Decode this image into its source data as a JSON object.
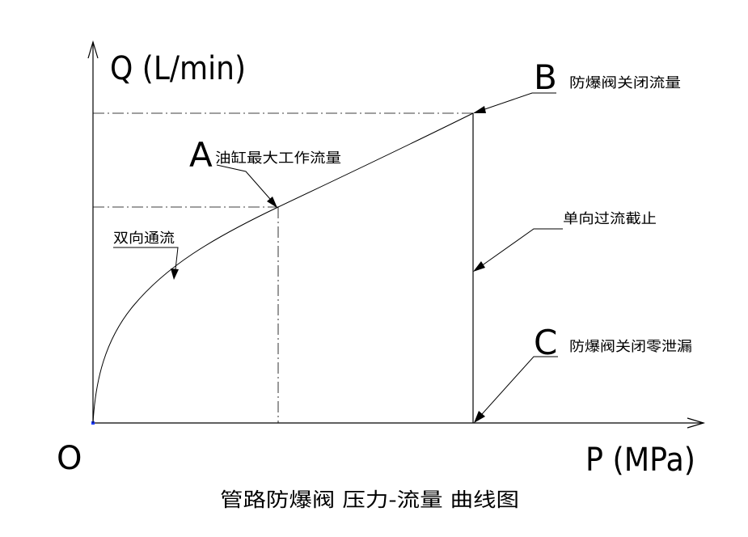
{
  "axes": {
    "y_label": "Q (L/min)",
    "x_label": "P (MPa)",
    "origin_label": "O"
  },
  "points": {
    "a_letter": "A",
    "a_note": "油缸最大工作流量",
    "b_letter": "B",
    "b_note": "防爆阀关闭流量",
    "c_letter": "C",
    "c_note": "防爆阀关闭零泄漏"
  },
  "annotations": {
    "bidirectional": "双向通流",
    "one_way_cutoff": "单向过流截止"
  },
  "caption": "管路防爆阀 压力-流量 曲线图",
  "colors": {
    "line": "#000000",
    "origin_marker": "#1e3cff",
    "background": "#ffffff"
  }
}
